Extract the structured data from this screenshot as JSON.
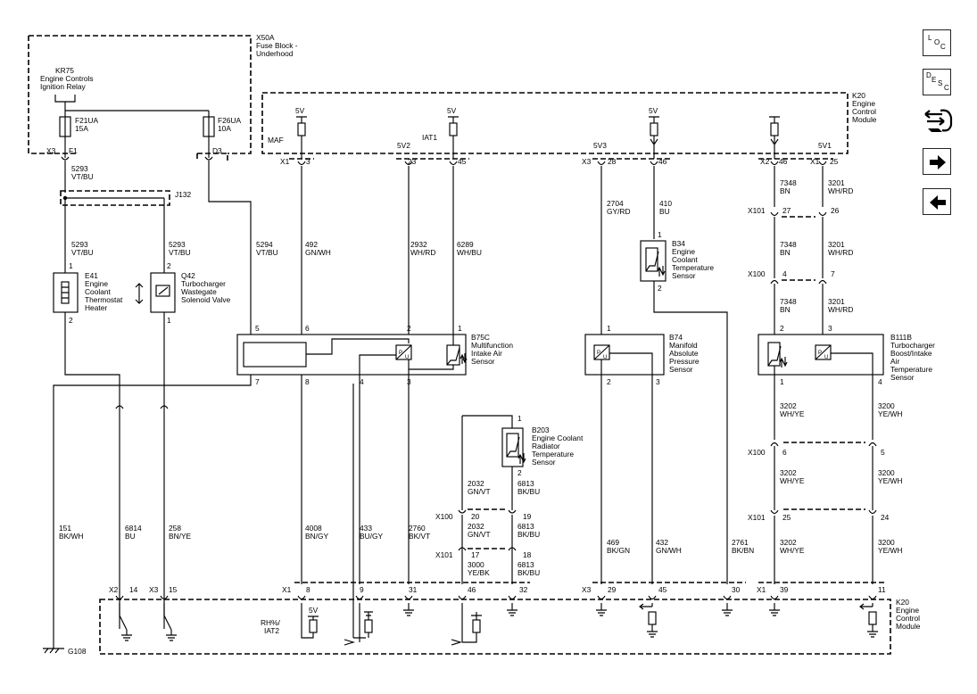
{
  "components": {
    "x50a": [
      "X50A",
      "Fuse Block -",
      "Underhood"
    ],
    "kr75": [
      "KR75",
      "Engine Controls",
      "Ignition Relay"
    ],
    "f21ua": [
      "F21UA",
      "15A"
    ],
    "f26ua": [
      "F26UA",
      "10A"
    ],
    "k20_top": [
      "K20",
      "Engine",
      "Control",
      "Module"
    ],
    "k20_bottom": [
      "K20",
      "Engine",
      "Control",
      "Module"
    ],
    "j132": "J132",
    "e41": [
      "E41",
      "Engine",
      "Coolant",
      "Thermostat",
      "Heater"
    ],
    "q42": [
      "Q42",
      "Turbocharger",
      "Wastegate",
      "Solenoid Valve"
    ],
    "b75c": [
      "B75C",
      "Multifunction",
      "Intake Air",
      "Sensor"
    ],
    "b34": [
      "B34",
      "Engine",
      "Coolant",
      "Temperature",
      "Sensor"
    ],
    "b74": [
      "B74",
      "Manifold",
      "Absolute",
      "Pressure",
      "Sensor"
    ],
    "b111b": [
      "B111B",
      "Turbocharger",
      "Boost/Intake",
      "Air",
      "Temperature",
      "Sensor"
    ],
    "b203": [
      "B203",
      "Engine Coolant",
      "Radiator",
      "Temperature",
      "Sensor"
    ],
    "g108": "G108"
  },
  "connectors": {
    "x3_fuse": "X3",
    "d3": "D3",
    "f1": "F1",
    "x1_top": "X1",
    "x3_top": "X3",
    "x2_top": "X2",
    "x1_top_b": "X1",
    "x101_a": "X101",
    "x100_a": "X100",
    "x100_b": "X100",
    "x101_b": "X101",
    "x100_c": "X100",
    "x101_c": "X101",
    "x2_bot": "X2",
    "x3_bot": "X3",
    "x1_bot": "X1",
    "x3_bot_b": "X3",
    "x1_bot_b": "X1"
  },
  "signals": {
    "maf": "MAF",
    "v5v2": "5V2",
    "iat1": "IAT1",
    "v5v3": "5V3",
    "v5v1": "5V1",
    "v5_1": "5V",
    "v5_2": "5V",
    "v5_3": "5V",
    "v5_4": "5V",
    "rh_iat2": [
      "RH%/",
      "IAT2"
    ]
  },
  "wires": {
    "w5293_a": [
      "5293",
      "VT/BU"
    ],
    "w5293_b": [
      "5293",
      "VT/BU"
    ],
    "w5293_c": [
      "5293",
      "VT/BU"
    ],
    "w5294": [
      "5294",
      "VT/BU"
    ],
    "w492": [
      "492",
      "GN/WH"
    ],
    "w2932": [
      "2932",
      "WH/RD"
    ],
    "w6289": [
      "6289",
      "WH/BU"
    ],
    "w2704": [
      "2704",
      "GY/RD"
    ],
    "w410": [
      "410",
      "BU"
    ],
    "w7348_a": [
      "7348",
      "BN"
    ],
    "w7348_b": [
      "7348",
      "BN"
    ],
    "w7348_c": [
      "7348",
      "BN"
    ],
    "w3201_a": [
      "3201",
      "WH/RD"
    ],
    "w3201_b": [
      "3201",
      "WH/RD"
    ],
    "w3201_c": [
      "3201",
      "WH/RD"
    ],
    "w3202_a": [
      "3202",
      "WH/YE"
    ],
    "w3202_b": [
      "3202",
      "WH/YE"
    ],
    "w3202_c": [
      "3202",
      "WH/YE"
    ],
    "w3200_a": [
      "3200",
      "YE/WH"
    ],
    "w3200_b": [
      "3200",
      "YE/WH"
    ],
    "w3200_c": [
      "3200",
      "YE/WH"
    ],
    "w2032_a": [
      "2032",
      "GN/VT"
    ],
    "w2032_b": [
      "2032",
      "GN/VT"
    ],
    "w6813_a": [
      "6813",
      "BK/BU"
    ],
    "w6813_b": [
      "6813",
      "BK/BU"
    ],
    "w6813_c": [
      "6813",
      "BK/BU"
    ],
    "w3000": [
      "3000",
      "YE/BK"
    ],
    "w151": [
      "151",
      "BK/WH"
    ],
    "w6814": [
      "6814",
      "BU"
    ],
    "w258": [
      "258",
      "BN/YE"
    ],
    "w4008": [
      "4008",
      "BN/GY"
    ],
    "w433": [
      "433",
      "BU/GY"
    ],
    "w2760": [
      "2760",
      "BK/VT"
    ],
    "w469": [
      "469",
      "BK/GN"
    ],
    "w432": [
      "432",
      "GN/WH"
    ],
    "w2761": [
      "2761",
      "BK/BN"
    ]
  },
  "pins": {
    "top_3": "3",
    "top_23": "23",
    "top_45": "45",
    "top_28": "28",
    "top_46a": "46",
    "top_46b": "46",
    "top_25": "25",
    "x101_27": "27",
    "x101_26": "26",
    "x100_4": "4",
    "x100_7": "7",
    "e41_1": "1",
    "e41_2": "2",
    "q42_2": "2",
    "q42_1": "1",
    "b75_5": "5",
    "b75_6": "6",
    "b75_2": "2",
    "b75_1": "1",
    "b75_7": "7",
    "b75_8": "8",
    "b75_4": "4",
    "b75_3": "3",
    "b34_1": "1",
    "b34_2": "2",
    "b74_1": "1",
    "b74_2": "2",
    "b74_3": "3",
    "b111_2": "2",
    "b111_3": "3",
    "b111_1": "1",
    "b111_4": "4",
    "x100_6": "6",
    "x100_5": "5",
    "x101_25": "25",
    "x101_24": "24",
    "b203_1": "1",
    "b203_2": "2",
    "x100_20": "20",
    "x100_19": "19",
    "x101_17": "17",
    "x101_18": "18",
    "bot_14": "14",
    "bot_15": "15",
    "bot_8": "8",
    "bot_9": "9",
    "bot_31": "31",
    "bot_46": "46",
    "bot_32": "32",
    "bot_29": "29",
    "bot_45": "45",
    "bot_30": "30",
    "bot_39": "39",
    "bot_11": "11"
  },
  "nav": {
    "loc": [
      "L",
      "O",
      "C"
    ],
    "desc": [
      "D",
      "E",
      "S",
      "C"
    ],
    "connector_icon": "connector-icon",
    "next_icon": "arrow-right-icon",
    "prev_icon": "arrow-left-icon"
  }
}
